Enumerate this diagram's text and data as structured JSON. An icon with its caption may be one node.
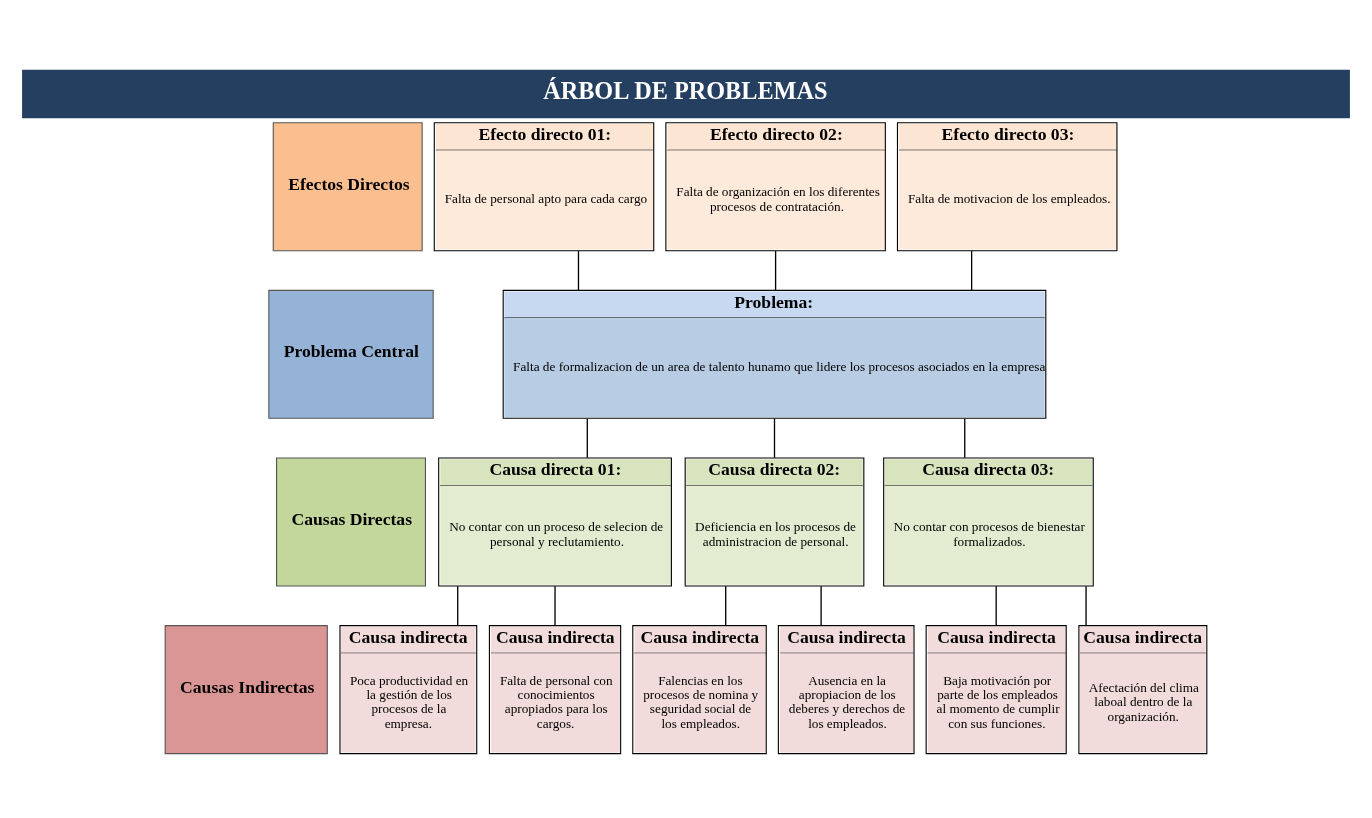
{
  "diagram": {
    "title": "ÁRBOL DE PROBLEMAS",
    "nodes": [
      {
        "text": [
          "Efectos Directos"
        ]
      },
      {
        "text": [
          "Efecto directo 01:",
          "Falta de personal apto para cada cargo"
        ]
      },
      {
        "text": [
          "Efecto directo 02:",
          "Falta de organización en los diferentes procesos de contratación."
        ]
      },
      {
        "text": [
          "Efecto directo 03:",
          "Falta de motivacion de los empleados."
        ]
      },
      {
        "text": [
          "Problema Central"
        ]
      },
      {
        "text": [
          "Problema:",
          "Falta de formalizacion de un area de talento hunamo que lidere los procesos asociados en la empresa"
        ]
      },
      {
        "text": [
          "Causas Directas"
        ]
      },
      {
        "text": [
          "Causa directa 01:",
          "No contar con un proceso de selecion de personal y reclutamiento."
        ]
      },
      {
        "text": [
          "Causa directa 02:",
          "Deficiencia en los procesos de administracion de personal."
        ]
      },
      {
        "text": [
          "Causa directa 03:",
          "No contar con procesos de bienestar formalizados."
        ]
      },
      {
        "text": [
          "Causas Indirectas"
        ]
      },
      {
        "text": [
          "Causa indirecta",
          "Poca productividad en la gestión de los procesos de la empresa."
        ]
      },
      {
        "text": [
          "Causa indirecta",
          "Falta de personal con conocimientos apropiados para los cargos."
        ]
      },
      {
        "text": [
          "Causa indirecta",
          "Falencias en los procesos de nomina y seguridad social de los empleados."
        ]
      },
      {
        "text": [
          "Causa indirecta",
          "Ausencia en la apropiacion de los deberes y derechos de los empleados."
        ]
      },
      {
        "text": [
          "Causa indirecta",
          "Baja motivación por parte de los empleados al momento de cumplir con sus funciones."
        ]
      },
      {
        "text": [
          "Causa indirecta",
          "Afectación del clima laboal dentro de la organización."
        ]
      }
    ],
    "edges": [
      {
        "from": 1,
        "to": 5,
        "arrow": "none"
      },
      {
        "from": 2,
        "to": 5,
        "arrow": "none"
      },
      {
        "from": 3,
        "to": 5,
        "arrow": "none"
      },
      {
        "from": 5,
        "to": 7,
        "arrow": "none"
      },
      {
        "from": 5,
        "to": 8,
        "arrow": "none"
      },
      {
        "from": 5,
        "to": 9,
        "arrow": "none"
      },
      {
        "from": 7,
        "to": 11,
        "arrow": "none"
      },
      {
        "from": 7,
        "to": 12,
        "arrow": "none"
      },
      {
        "from": 8,
        "to": 13,
        "arrow": "none"
      },
      {
        "from": 8,
        "to": 14,
        "arrow": "none"
      },
      {
        "from": 9,
        "to": 15,
        "arrow": "none"
      },
      {
        "from": 9,
        "to": 16,
        "arrow": "none"
      }
    ]
  }
}
